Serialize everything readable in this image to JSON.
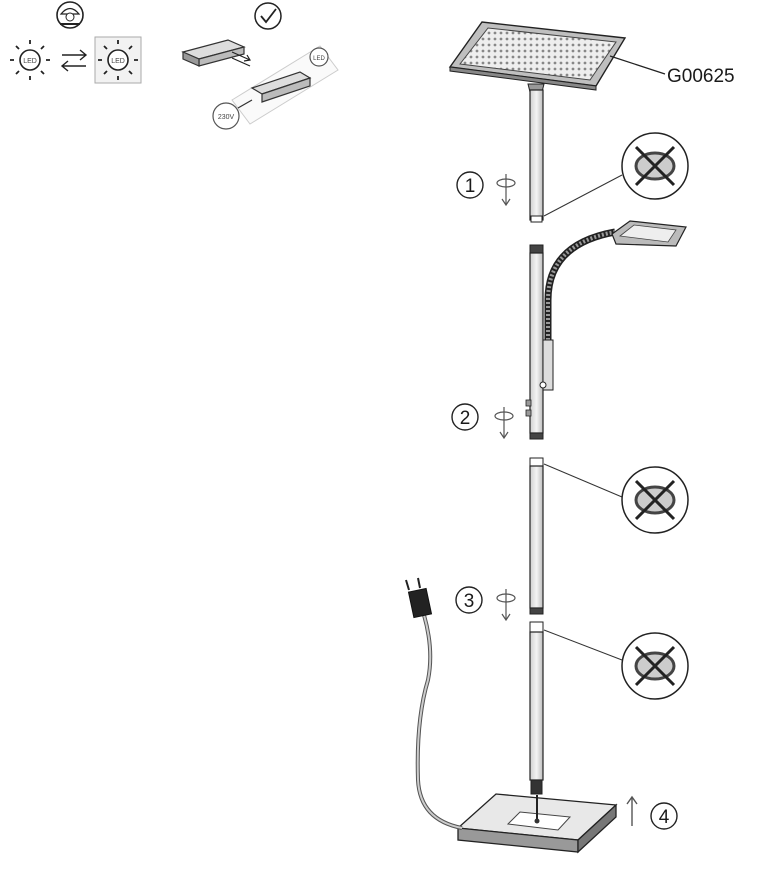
{
  "model_code": "G00625",
  "top_icons": {
    "led_label_left": "LED",
    "led_label_right": "LED",
    "driver_led_label": "LED",
    "voltage_label": "230V"
  },
  "steps": [
    {
      "number": "1"
    },
    {
      "number": "2"
    },
    {
      "number": "3"
    },
    {
      "number": "4"
    }
  ],
  "icons": [
    "service-technician-icon",
    "wrench-icon",
    "led-bulb-icon",
    "swap-arrows-icon",
    "checkmark-icon",
    "led-driver-icon",
    "plug-icon",
    "no-ring-icon",
    "rotate-arrow-icon",
    "up-arrow-icon"
  ],
  "colors": {
    "line": "#333333",
    "fill_light": "#e6e6e6",
    "fill_dark": "#555555"
  }
}
